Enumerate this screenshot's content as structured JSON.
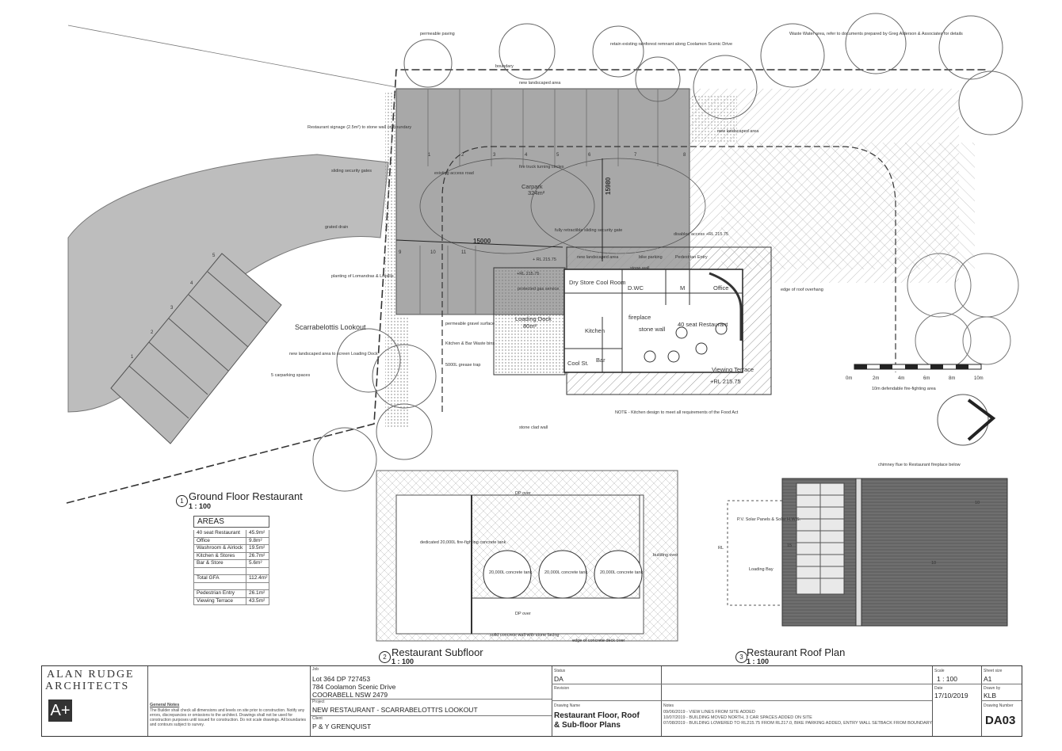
{
  "drawing": {
    "labels": {
      "permeable_paving": "permeable paving",
      "boundary": "boundary",
      "new_landscaped_area": "new landscaped area",
      "retain_rainforest": "retain existing rainforest remnant along Coolamon Scenic Drive",
      "waste_water": "Waste Water area, refer to documents prepared by Greg Alderson & Associates for details",
      "restaurant_signage": "Restaurant signage (2.5m²) to stone wall on boundary",
      "new_landscaped_area_2": "new landscaped area",
      "sliding_gates": "sliding security gates",
      "existing_access_road": "existing access road",
      "fire_truck": "fire truck turning circles",
      "carpark": "Carpark",
      "carpark_area": "324m²",
      "dim_15980": "15980",
      "dim_15000": "15000",
      "grated_drain": "grated drain",
      "retractible_gate": "fully retractible sliding security gate",
      "disabled_access": "disabled access +RL 215.75",
      "rl_1": "+ RL 215.75",
      "rl_2": "+RL 215.75",
      "new_landscaped_area_3": "new landscaped area",
      "bike_parking": "bike parking",
      "pedestrian_entry": "Pedestrian Entry",
      "planting": "planting of Lomandras & Lilipillis",
      "lookout": "Scarrabelottis Lookout",
      "protected_gas": "protected gas service",
      "loading_dock": "Loading Dock",
      "loading_area": "80m²",
      "permeable_gravel": "permeable gravel surface",
      "kitchen_bins": "Kitchen & Bar Waste bins",
      "grease_trap": "5000L grease trap",
      "screen_dock": "new landscaped area to screen Loading Dock",
      "carparking_spaces": "5 carparking spaces",
      "dry_store": "Dry Store",
      "cool_room": "Cool Room",
      "dwc": "D.WC",
      "m": "M",
      "office": "Office",
      "fireplace": "fireplace",
      "stone_wall": "stone wall",
      "kitchen": "Kitchen",
      "restaurant": "40 seat Restaurant",
      "cool_st": "Cool St.",
      "bar": "Bar",
      "viewing_terrace": "Viewing Terrace",
      "rl_3": "+RL 215.75",
      "edge_roof": "edge of roof overhang",
      "defendable": "10m defendable fire-fighting area",
      "note_kitchen": "NOTE - Kitchen design to meet all requirements of the Food Act",
      "stone_clad": "stone clad wall",
      "sp1": "1",
      "sp2": "2",
      "sp3": "3",
      "sp4": "4",
      "sp5": "5",
      "cp1": "1",
      "cp2": "2",
      "cp3": "3",
      "cp4": "4",
      "cp5": "5",
      "cp6": "6",
      "cp7": "7",
      "cp8": "8",
      "cp9": "9",
      "cp10": "10",
      "cp11": "11"
    },
    "scale_bar": [
      "0m",
      "2m",
      "4m",
      "6m",
      "8m",
      "10m"
    ],
    "subfloor": {
      "dp_over_1": "DP over",
      "dp_over_2": "DP over",
      "fire_tank": "dedicated 20,000L fire-fighting concrete tank",
      "tank1": "20,000L concrete tank",
      "tank2": "20,000L concrete tank",
      "tank3": "20,000L concrete tank",
      "building_over": "building over",
      "solid_wall": "solid concrete wall with stone facing",
      "edge_deck": "edge of concrete deck over"
    },
    "roof": {
      "chimney": "chimney flue to Restaurant fireplace below",
      "solar": "P.V. Solar Panels & Solar H.W.S.",
      "loading_bay": "Loading Bay",
      "pitch1": "10",
      "pitch2": "10",
      "pitch3": "15",
      "rl": "RL"
    }
  },
  "views": [
    {
      "num": "1",
      "title": "Ground Floor Restaurant",
      "scale": "1 : 100"
    },
    {
      "num": "2",
      "title": "Restaurant Subfloor",
      "scale": "1 : 100"
    },
    {
      "num": "3",
      "title": "Restaurant Roof Plan",
      "scale": "1 : 100"
    }
  ],
  "areas": {
    "heading": "AREAS",
    "rows": [
      {
        "name": "40 seat Restaurant",
        "value": "45.9m²"
      },
      {
        "name": "Office",
        "value": "9.8m²"
      },
      {
        "name": "Washroom & Airlock",
        "value": "19.5m²"
      },
      {
        "name": "Kitchen & Stores",
        "value": "26.7m²"
      },
      {
        "name": "Bar & Store",
        "value": "5.6m²"
      },
      {
        "name": "",
        "value": ""
      },
      {
        "name": "Total GFA",
        "value": "112.4m²"
      },
      {
        "name": "",
        "value": ""
      },
      {
        "name": "Pedestrian Entry",
        "value": "26.1m²"
      },
      {
        "name": "Viewing Terrace",
        "value": "43.5m²"
      }
    ]
  },
  "title_block": {
    "firm_line1": "ALAN RUDGE",
    "firm_line2": "ARCHITECTS",
    "general_notes_label": "General Notes",
    "general_notes": "The Builder shall check all dimensions and levels on site prior to construction. Notify any errors, discrepancies or omissions to the architect. Drawings shall not be used for construction purposes until issued for construction. Do not scale drawings. All boundaries and contours subject to survey.",
    "job_label": "Job",
    "job_lines": [
      "Lot 364 DP 727453",
      "784 Coolamon Scenic Drive",
      "COORABELL NSW 2479"
    ],
    "project_label": "Project",
    "project": "NEW RESTAURANT - SCARRABELOTTI'S LOOKOUT",
    "client_label": "Client",
    "client": "P & Y GRENQUIST",
    "status_label": "Status",
    "status": "DA",
    "revision_label": "Revision",
    "drawing_name_label": "Drawing Name",
    "drawing_name_1": "Restaurant Floor, Roof",
    "drawing_name_2": "& Sub-floor Plans",
    "notes_label": "Notes",
    "notes": [
      "09/06/2019 - VIEW LINES FROM SITE ADDED",
      "10/07/2019 - BUILDING MOVED NORTH, 3 CAR SPACES ADDED ON SITE",
      "07/08/2019 - BUILDING LOWERED TO RL215.75 FROM RL217.0, BIKE PARKING ADDED, ENTRY WALL SETBACK FROM BOUNDARY"
    ],
    "scale_label": "Scale",
    "scale": "1 : 100",
    "date_label": "Date",
    "date": "17/10/2019",
    "sheet_size_label": "Sheet size",
    "sheet_size": "A1",
    "drawn_by_label": "Drawn by",
    "drawn_by": "KLB",
    "drawing_number_label": "Drawing Number",
    "drawing_number": "DA03"
  }
}
